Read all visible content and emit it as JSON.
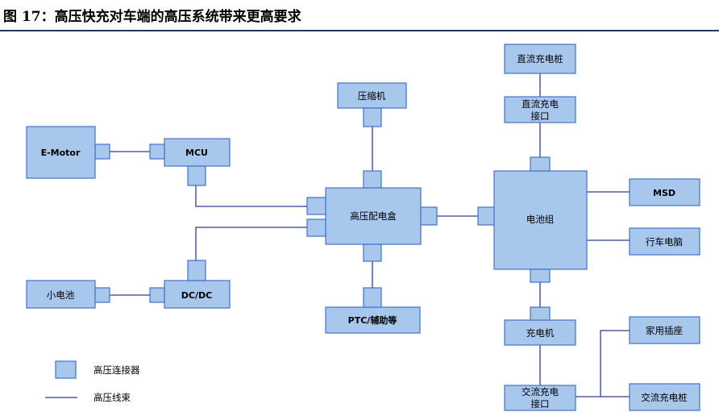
{
  "title": "图 17：高压快充对车端的高压系统带来更高要求",
  "nodes": {
    "dc_pile": "直流充电桩",
    "dc_port_l1": "直流充电",
    "dc_port_l2": "接口",
    "compressor": "压缩机",
    "emotor": "E-Motor",
    "mcu": "MCU",
    "pdu": "高压配电盒",
    "battery": "电池组",
    "msd": "MSD",
    "vcu": "行车电脑",
    "small_battery": "小电池",
    "dcdc": "DC/DC",
    "ptc": "PTC/辅助等",
    "charger": "充电机",
    "ac_port_l1": "交流充电",
    "ac_port_l2": "接口",
    "home_socket": "家用插座",
    "ac_pile": "交流充电桩"
  },
  "legend": {
    "connector": "高压连接器",
    "harness": "高压线束"
  }
}
